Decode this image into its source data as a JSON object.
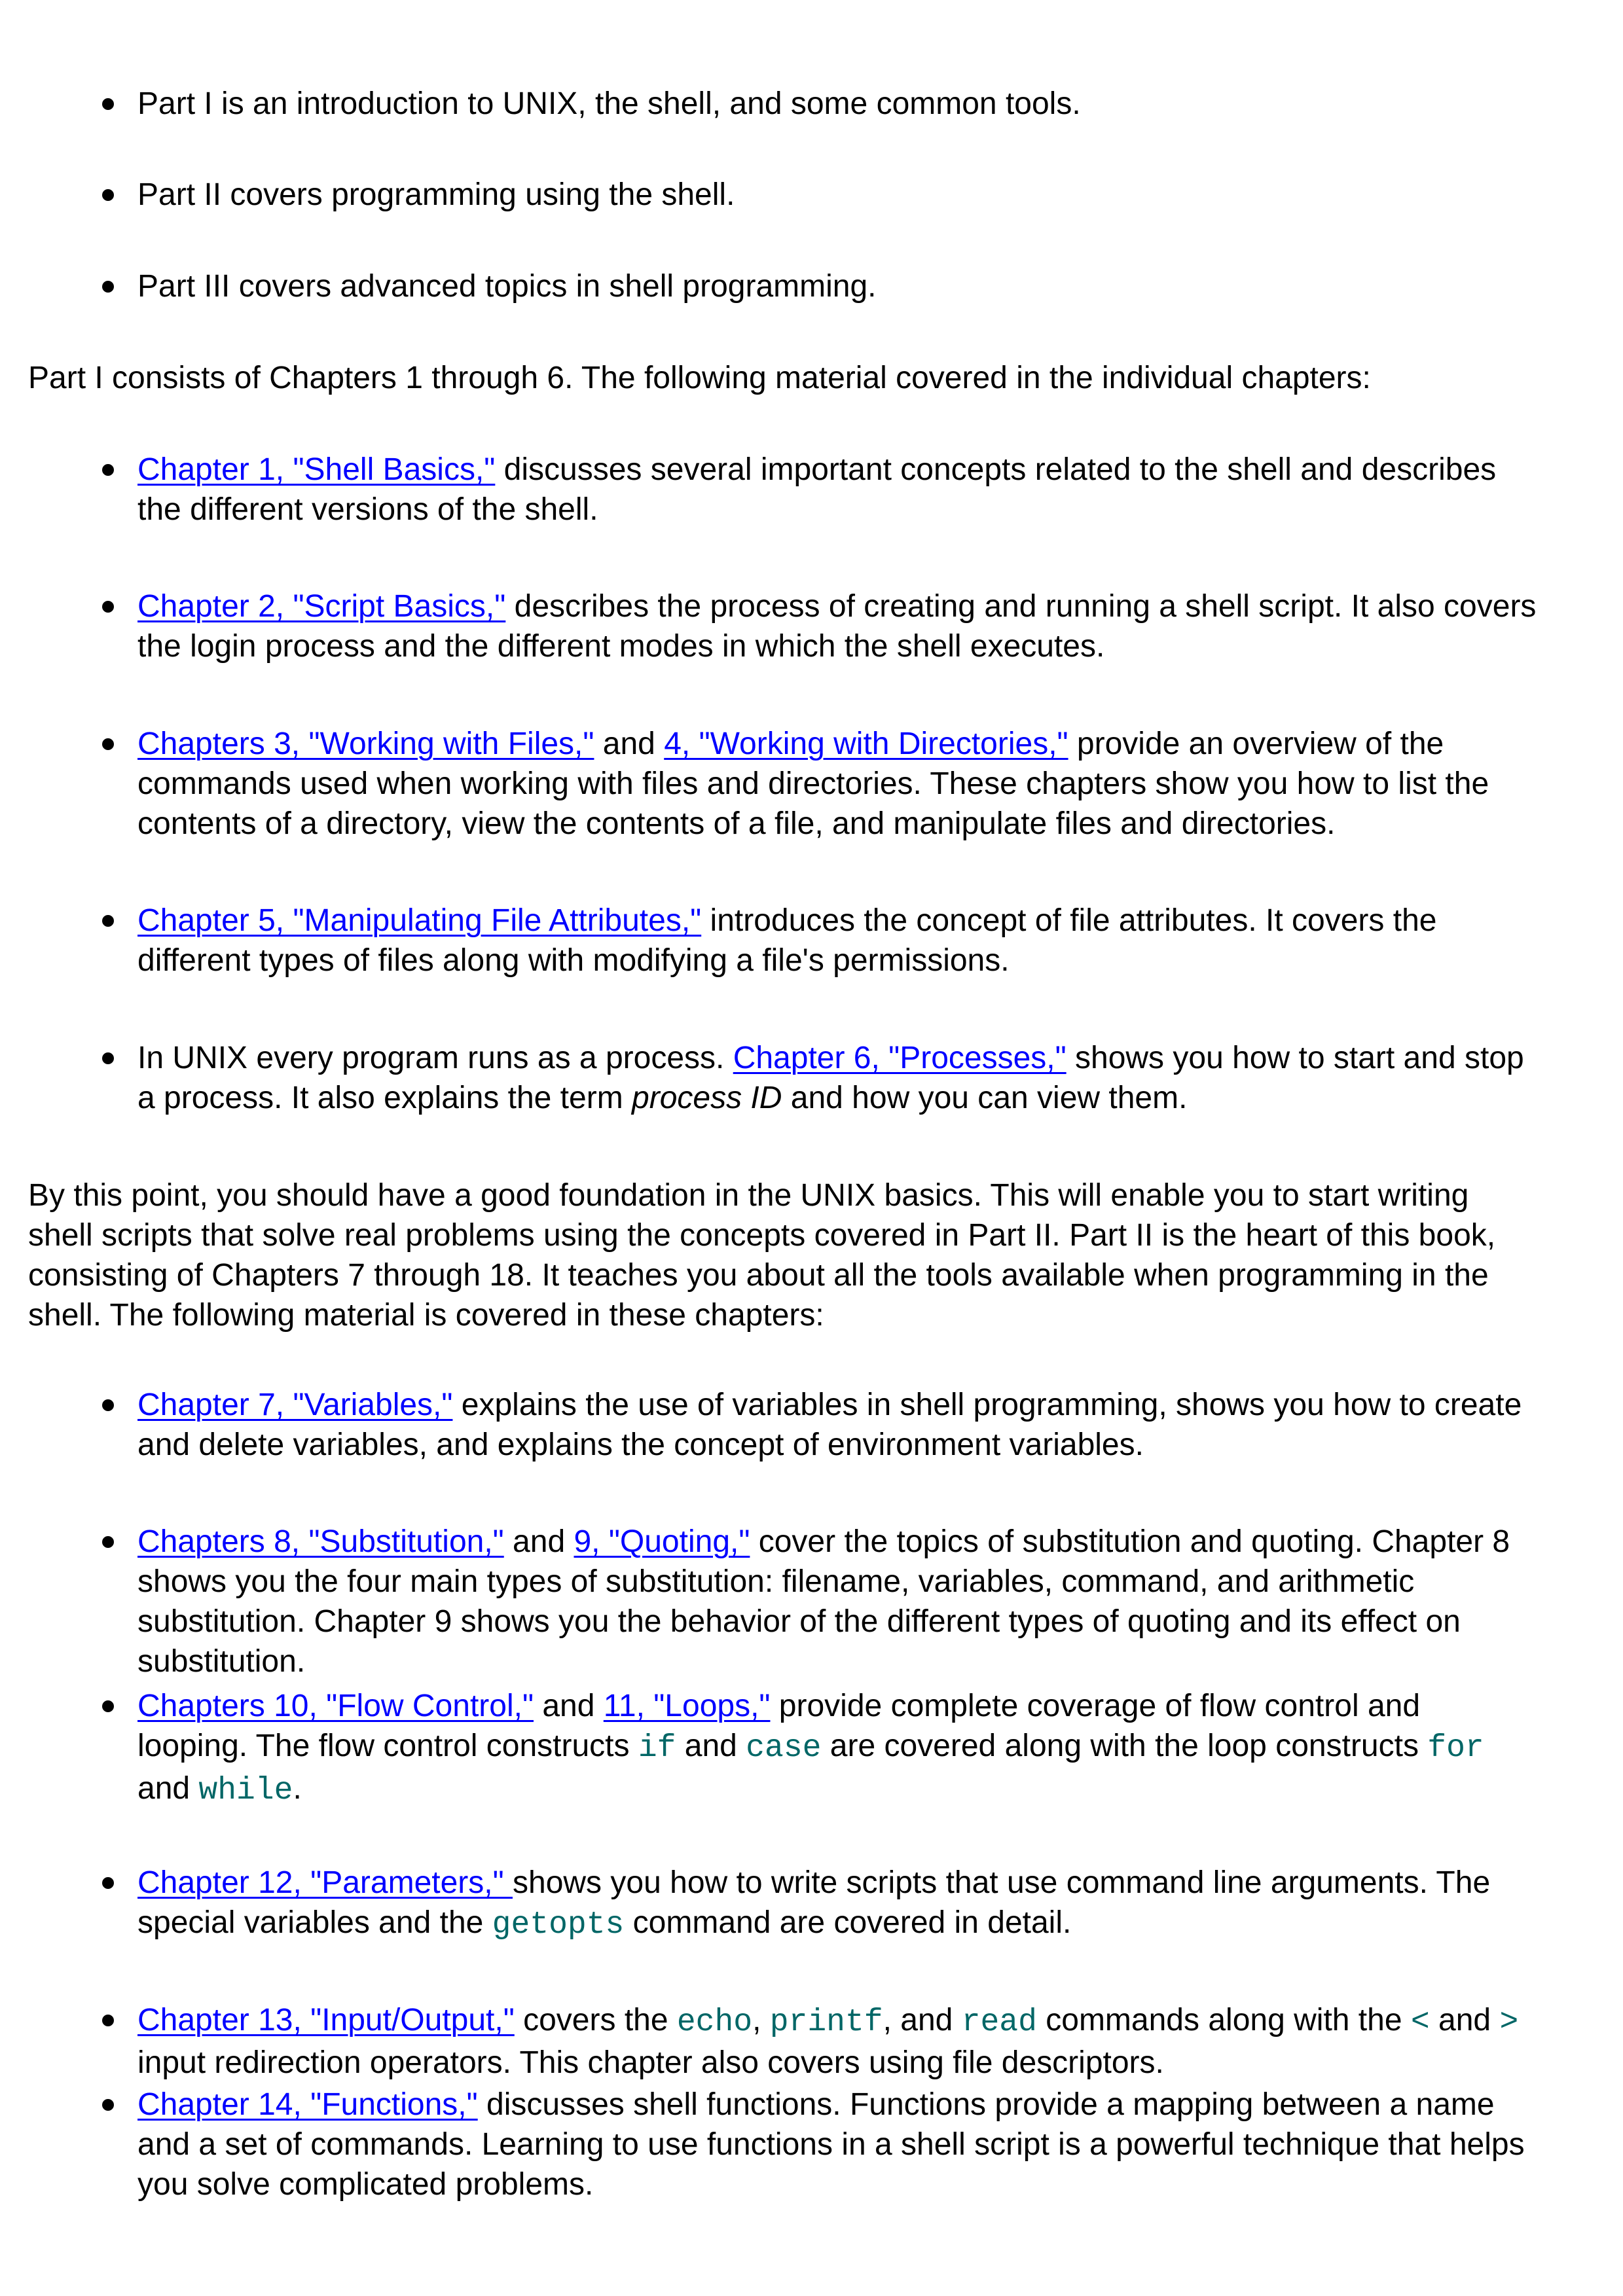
{
  "blocks": [
    {
      "kind": "item",
      "runs": [
        {
          "t": "Part I is an introduction to UNIX, the shell, and some common tools."
        }
      ]
    },
    {
      "kind": "item",
      "runs": [
        {
          "t": "Part II covers programming using the shell."
        }
      ]
    },
    {
      "kind": "item",
      "runs": [
        {
          "t": "Part III covers advanced topics in shell programming."
        }
      ]
    },
    {
      "kind": "para",
      "runs": [
        {
          "t": "Part I consists of Chapters 1 through 6. The following material covered in the individual chapters:"
        }
      ]
    },
    {
      "kind": "item",
      "runs": [
        {
          "t": "Chapter 1, \"Shell Basics,\"",
          "k": "link"
        },
        {
          "t": " discusses several important concepts related to the shell and describes"
        },
        {
          "k": "br"
        },
        {
          "t": "the different versions of the shell."
        }
      ]
    },
    {
      "kind": "item",
      "runs": [
        {
          "t": "Chapter 2, \"Script Basics,\"",
          "k": "link"
        },
        {
          "t": " describes the process of creating and running a shell script. It also covers"
        },
        {
          "k": "br"
        },
        {
          "t": "the login process and the different modes in which the shell executes."
        }
      ]
    },
    {
      "kind": "item",
      "runs": [
        {
          "t": "Chapters 3, \"Working with Files,\"",
          "k": "link"
        },
        {
          "t": " and "
        },
        {
          "t": "4, \"Working with Directories,\"",
          "k": "link"
        },
        {
          "t": " provide an overview of the"
        },
        {
          "k": "br"
        },
        {
          "t": "commands used when working with files and directories. These chapters show you how to list the"
        },
        {
          "k": "br"
        },
        {
          "t": "contents of a directory, view the contents of a file, and manipulate files and directories."
        }
      ]
    },
    {
      "kind": "item",
      "runs": [
        {
          "t": "Chapter 5, \"Manipulating File Attributes,\"",
          "k": "link"
        },
        {
          "t": " introduces the concept of file attributes. It covers the"
        },
        {
          "k": "br"
        },
        {
          "t": "different types of files along with modifying a file's permissions."
        }
      ]
    },
    {
      "kind": "item",
      "runs": [
        {
          "t": "In UNIX every program runs as a process. "
        },
        {
          "t": "Chapter 6, \"Processes,\"",
          "k": "link"
        },
        {
          "t": " shows you how to start and stop"
        },
        {
          "k": "br"
        },
        {
          "t": "a process. It also explains the term "
        },
        {
          "t": "process ID",
          "k": "em"
        },
        {
          "t": " and how you can view them."
        }
      ]
    },
    {
      "kind": "para",
      "runs": [
        {
          "t": "By this point, you should have a good foundation in the UNIX basics. This will enable you to start writing"
        },
        {
          "k": "br"
        },
        {
          "t": "shell scripts that solve real problems using the concepts covered in Part II. Part II is the heart of this book,"
        },
        {
          "k": "br"
        },
        {
          "t": "consisting of Chapters 7 through 18. It teaches you about all the tools available when programming in the"
        },
        {
          "k": "br"
        },
        {
          "t": "shell. The following material is covered in these chapters:"
        }
      ]
    },
    {
      "kind": "item",
      "runs": [
        {
          "t": "Chapter 7, \"Variables,\"",
          "k": "link"
        },
        {
          "t": " explains the use of variables in shell programming, shows you how to create"
        },
        {
          "k": "br"
        },
        {
          "t": "and delete variables, and explains the concept of environment variables."
        }
      ]
    },
    {
      "kind": "item",
      "runs": [
        {
          "t": "Chapters 8, \"Substitution,\"",
          "k": "link"
        },
        {
          "t": " and "
        },
        {
          "t": "9, \"Quoting,\"",
          "k": "link"
        },
        {
          "t": " cover the topics of substitution and quoting. Chapter 8"
        },
        {
          "k": "br"
        },
        {
          "t": "shows you the four main types of substitution: filename, variables, command, and arithmetic"
        },
        {
          "k": "br"
        },
        {
          "t": "substitution. Chapter 9 shows you the behavior of the different types of quoting and its effect on"
        },
        {
          "k": "br"
        },
        {
          "t": "substitution."
        }
      ]
    },
    {
      "kind": "item",
      "runs": [
        {
          "t": "Chapters 10, \"Flow Control,\"",
          "k": "link"
        },
        {
          "t": " and "
        },
        {
          "t": "11, \"Loops,\"",
          "k": "link"
        },
        {
          "t": " provide complete coverage of flow control and"
        },
        {
          "k": "br"
        },
        {
          "t": "looping. The flow control constructs "
        },
        {
          "t": "if",
          "k": "code"
        },
        {
          "t": " and "
        },
        {
          "t": "case",
          "k": "code"
        },
        {
          "t": " are covered along with the loop constructs "
        },
        {
          "t": "for",
          "k": "code"
        },
        {
          "k": "br"
        },
        {
          "t": "and "
        },
        {
          "t": "while",
          "k": "code"
        },
        {
          "t": "."
        }
      ]
    },
    {
      "kind": "item",
      "runs": [
        {
          "t": "Chapter 12, \"Parameters,\" ",
          "k": "link"
        },
        {
          "t": "shows you how to write scripts that use command line arguments. The"
        },
        {
          "k": "br"
        },
        {
          "t": "special variables and the "
        },
        {
          "t": "getopts",
          "k": "code"
        },
        {
          "t": " command are covered in detail."
        }
      ]
    },
    {
      "kind": "item",
      "runs": [
        {
          "t": "Chapter 13, \"Input/Output,\"",
          "k": "link"
        },
        {
          "t": " covers the "
        },
        {
          "t": "echo",
          "k": "code"
        },
        {
          "t": ", "
        },
        {
          "t": "printf",
          "k": "code"
        },
        {
          "t": ", and "
        },
        {
          "t": "read",
          "k": "code"
        },
        {
          "t": " commands along with the "
        },
        {
          "t": "<",
          "k": "code"
        },
        {
          "t": " and "
        },
        {
          "t": ">",
          "k": "code"
        },
        {
          "k": "br"
        },
        {
          "t": "input redirection operators. This chapter also covers using file descriptors."
        }
      ]
    },
    {
      "kind": "item",
      "runs": [
        {
          "t": "Chapter 14, \"Functions,\"",
          "k": "link"
        },
        {
          "t": " discusses shell functions. Functions provide a mapping between a name"
        },
        {
          "k": "br"
        },
        {
          "t": "and a set of commands. Learning to use functions in a shell script is a powerful technique that helps"
        },
        {
          "k": "br"
        },
        {
          "t": "you solve complicated problems."
        }
      ]
    }
  ]
}
